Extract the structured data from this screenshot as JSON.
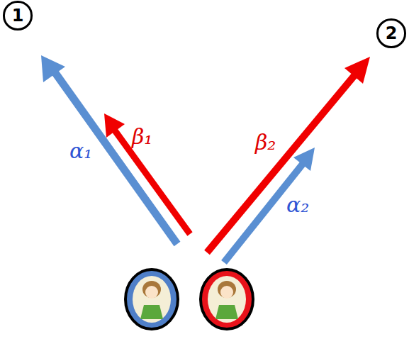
{
  "diagram": {
    "nodes": [
      {
        "text": [
          "1"
        ]
      },
      {
        "text": [
          "2"
        ]
      }
    ],
    "labels": [
      "α₁",
      "β₁",
      "β₂",
      "α₂"
    ]
  }
}
